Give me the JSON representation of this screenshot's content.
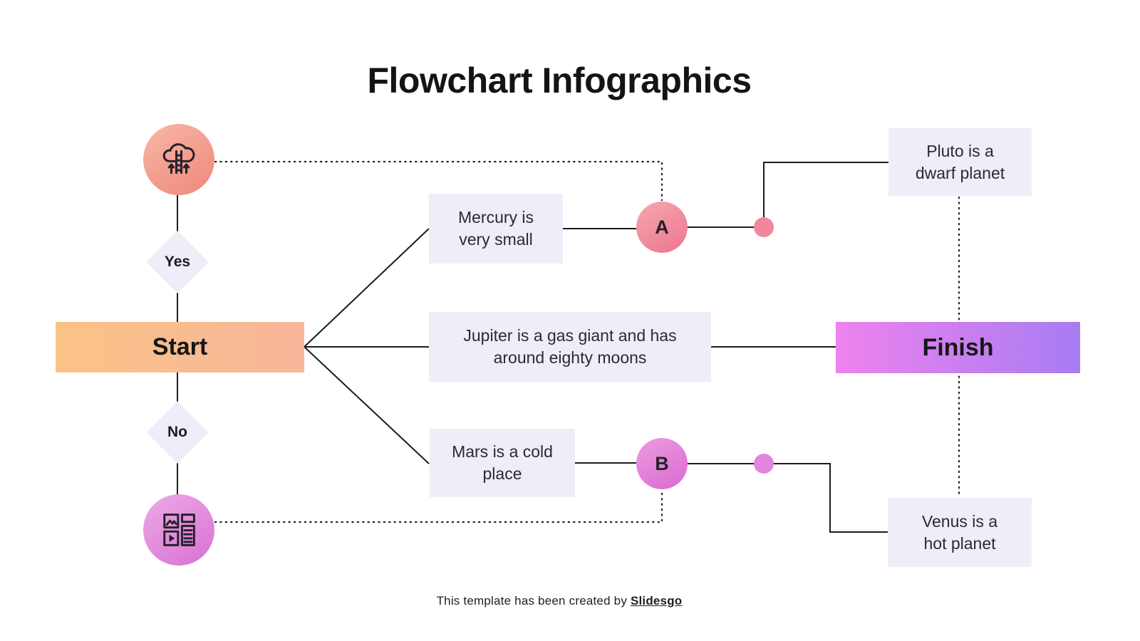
{
  "title": "Flowchart Infographics",
  "flow": {
    "start": "Start",
    "finish": "Finish",
    "yes": "Yes",
    "no": "No",
    "branch_a": "A",
    "branch_b": "B",
    "mercury": "Mercury is very small",
    "jupiter": "Jupiter is a gas giant and has around eighty moons",
    "mars": "Mars is a cold place",
    "pluto": "Pluto is a dwarf planet",
    "venus": "Venus is a hot planet"
  },
  "icons": {
    "top_circle": "cloud-ladder-growth-icon",
    "bottom_circle": "media-gallery-icon"
  },
  "footer": {
    "text": "This template has been created by ",
    "brand": "Slidesgo"
  },
  "colors": {
    "start_gradient": [
      "#FAC386",
      "#F8B69A"
    ],
    "finish_gradient": [
      "#EE82EE",
      "#A87CF2"
    ],
    "top_circle": "#F29B8B",
    "bottom_circle": "#E18BDC",
    "badge_a": "#EF8499",
    "badge_b": "#E07CD7",
    "dot_a": "#F0879E",
    "dot_b": "#E285DC",
    "infobox_bg": "#EFEEF8",
    "line": "#1B1B1B",
    "text": "#1F1F28"
  }
}
